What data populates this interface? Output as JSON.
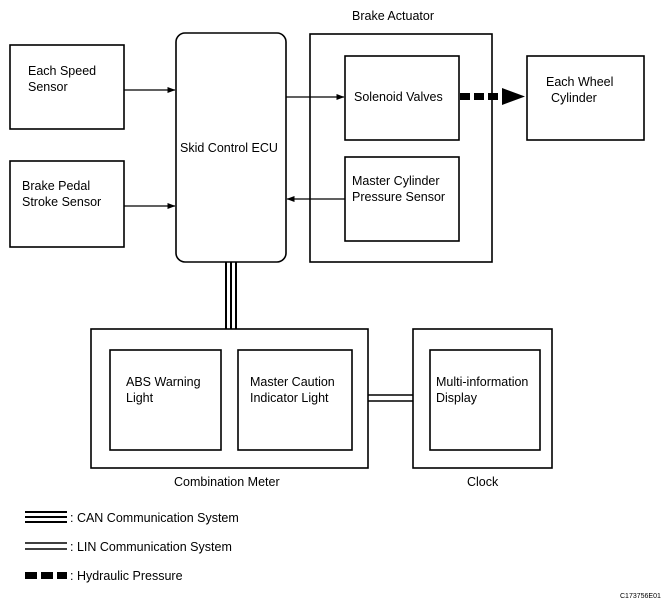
{
  "blocks": {
    "each_speed_sensor": [
      "Each Speed",
      "Sensor"
    ],
    "brake_pedal_stroke_sensor": [
      "Brake Pedal",
      "Stroke Sensor"
    ],
    "skid_control_ecu": "Skid Control ECU",
    "brake_actuator": "Brake Actuator",
    "solenoid_valves": "Solenoid Valves",
    "master_cylinder_pressure_sensor": [
      "Master Cylinder",
      "Pressure Sensor"
    ],
    "each_wheel_cylinder": [
      "Each Wheel",
      "Cylinder"
    ],
    "combination_meter": "Combination Meter",
    "abs_warning_light": [
      "ABS Warning",
      "Light"
    ],
    "master_caution_indicator_light": [
      "Master Caution",
      "Indicator Light"
    ],
    "clock": "Clock",
    "multi_information_display": [
      "Multi-information",
      "Display"
    ]
  },
  "legend": {
    "can": ": CAN Communication System",
    "lin": ": LIN Communication System",
    "hydraulic": ": Hydraulic Pressure"
  },
  "figure_code": "C173756E01"
}
